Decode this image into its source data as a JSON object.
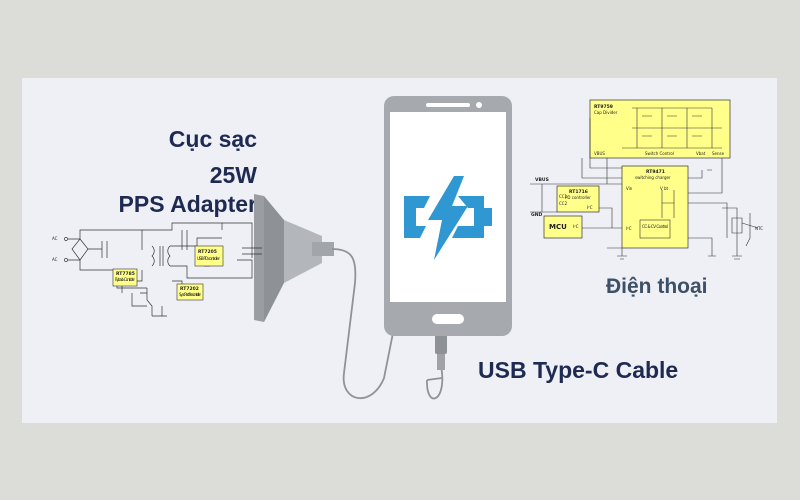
{
  "charger": {
    "title": "Cục sạc",
    "power": "25W",
    "type": "PPS Adapter",
    "blocks": {
      "flyback": "RT7785",
      "flyback_sub": "Flyback Controller",
      "sync": "RT7202",
      "sync_sub": "Sync Rectifier controller",
      "pd": "RT7205",
      "pd_sub": "USB PD controller"
    },
    "ac1": "AC",
    "ac2": "AC"
  },
  "phone": {
    "label": "Điện thoại",
    "blocks": {
      "capdiv": "RT9759",
      "capdiv_sub": "Cap Divider",
      "pd": "RT1716",
      "pd_sub": "PD controller",
      "charger": "RT9471",
      "charger_sub": "switching charger",
      "mcu": "MCU",
      "cc_cv": "CC & CV Control",
      "switch_control": "Switch Control",
      "vbus": "VBUS",
      "cc1": "CC1",
      "cc2": "CC2",
      "gnd": "GND",
      "i2c": "I²C",
      "ntc": "NTC",
      "sense": "Sense",
      "vbat": "Vbat",
      "vin": "Vin",
      "vbt": "V bt"
    }
  },
  "cable": {
    "label": "USB Type-C Cable"
  },
  "colors": {
    "label": "#1e2a52",
    "secondary_label": "#3d5067",
    "block_fill": "#ffff8a",
    "bolt": "#2f97d2",
    "device": "#a6a9ad"
  }
}
